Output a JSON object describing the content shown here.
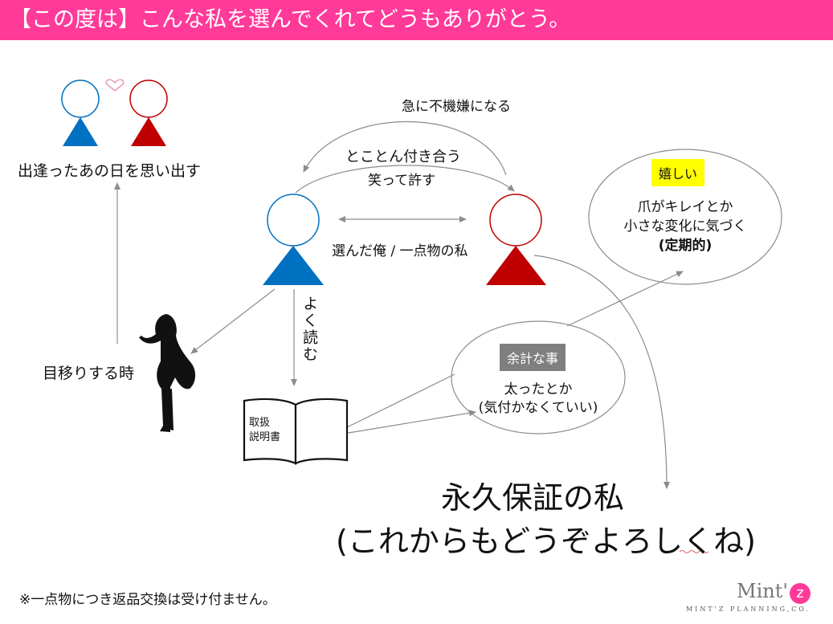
{
  "header": {
    "title": "【この度は】こんな私を選んでくれてどうもありがとう。"
  },
  "labels": {
    "remember": "出逢ったあの日を思い出す",
    "sudden_mood": "急に不機嫌になる",
    "go_along": "とことん付き合う",
    "laugh_forgive": "笑って許す",
    "chosen": "選んだ俺 / 一点物の私",
    "read_well": "よく読む",
    "glance_away": "目移りする時",
    "manual": "取扱\n説明書",
    "big_line1": "永久保証の私",
    "big_line2": "(これからもどうぞよろしくね)",
    "footnote": "※一点物につき返品交換は受け付ません。"
  },
  "happy": {
    "badge": "嬉しい",
    "line1": "爪がキレイとか",
    "line2": "小さな変化に気づく",
    "line3": "(定期的)"
  },
  "unneeded": {
    "badge": "余計な事",
    "line1": "太ったとか",
    "line2": "(気付かなくていい)"
  },
  "logo": {
    "main": "Mint'",
    "z": "z",
    "sub": "MINT'Z PLANNING,CO."
  },
  "colors": {
    "header": "#ff3a99",
    "male": "#0070c0",
    "female": "#c00000",
    "badge_happy": "#ffff00",
    "badge_unneeded": "#7f7f7f"
  },
  "icons": [
    "heart-icon",
    "man-figure-icon",
    "woman-figure-icon",
    "silhouette-woman-icon",
    "book-icon"
  ]
}
